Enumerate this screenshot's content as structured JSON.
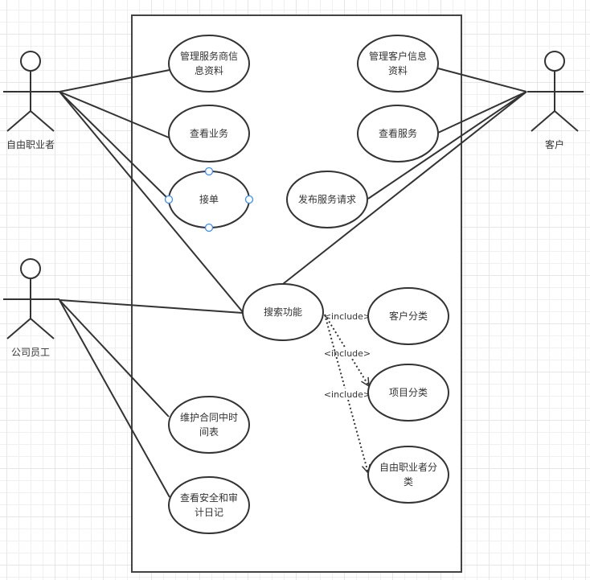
{
  "diagram": {
    "type": "uml-use-case",
    "colors": {
      "stroke": "#333333",
      "text": "#333333",
      "selection_handle": "#3d8eea",
      "background": "#ffffff",
      "grid": "#e6e6e6"
    },
    "actors": [
      {
        "id": "freelancer",
        "label": "自由职业者"
      },
      {
        "id": "employee",
        "label": "公司员工"
      },
      {
        "id": "customer",
        "label": "客户"
      }
    ],
    "use_cases": [
      {
        "id": "uc-manage-provider-info",
        "lines": [
          "管理服务商信",
          "息资料"
        ]
      },
      {
        "id": "uc-view-business",
        "lines": [
          "查看业务"
        ]
      },
      {
        "id": "uc-accept-order",
        "lines": [
          "接单"
        ],
        "selected": true
      },
      {
        "id": "uc-manage-customer-info",
        "lines": [
          "管理客户信息",
          "资料"
        ]
      },
      {
        "id": "uc-view-service",
        "lines": [
          "查看服务"
        ]
      },
      {
        "id": "uc-publish-request",
        "lines": [
          "发布服务请求"
        ]
      },
      {
        "id": "uc-search",
        "lines": [
          "搜索功能"
        ]
      },
      {
        "id": "uc-customer-category",
        "lines": [
          "客户分类"
        ]
      },
      {
        "id": "uc-project-category",
        "lines": [
          "项目分类"
        ]
      },
      {
        "id": "uc-freelancer-category",
        "lines": [
          "自由职业者分",
          "类"
        ]
      },
      {
        "id": "uc-maintain-schedule",
        "lines": [
          "维护合同中时",
          "间表"
        ]
      },
      {
        "id": "uc-view-audit-log",
        "lines": [
          "查看安全和审",
          "计日记"
        ]
      }
    ],
    "associations": [
      {
        "from": "freelancer",
        "to": "uc-manage-provider-info"
      },
      {
        "from": "freelancer",
        "to": "uc-view-business"
      },
      {
        "from": "freelancer",
        "to": "uc-accept-order"
      },
      {
        "from": "freelancer",
        "to": "uc-search"
      },
      {
        "from": "customer",
        "to": "uc-manage-customer-info"
      },
      {
        "from": "customer",
        "to": "uc-view-service"
      },
      {
        "from": "customer",
        "to": "uc-publish-request"
      },
      {
        "from": "customer",
        "to": "uc-search"
      },
      {
        "from": "employee",
        "to": "uc-search"
      },
      {
        "from": "employee",
        "to": "uc-maintain-schedule"
      },
      {
        "from": "employee",
        "to": "uc-view-audit-log"
      }
    ],
    "includes": [
      {
        "from": "uc-search",
        "to": "uc-customer-category",
        "label": "<include>"
      },
      {
        "from": "uc-search",
        "to": "uc-project-category",
        "label": "<include>"
      },
      {
        "from": "uc-search",
        "to": "uc-freelancer-category",
        "label": "<include>"
      }
    ]
  }
}
